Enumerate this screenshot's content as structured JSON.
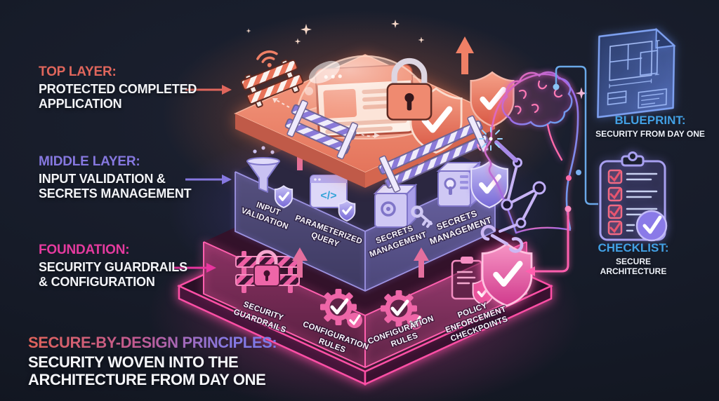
{
  "diagram": {
    "title_semantic": "Secure-by-design layered architecture infographic",
    "left_labels": [
      {
        "id": "top",
        "title": "TOP LAYER:",
        "lines": [
          "PROTECTED COMPLETED",
          "APPLICATION"
        ]
      },
      {
        "id": "middle",
        "title": "MIDDLE LAYER:",
        "lines": [
          "INPUT VALIDATION &",
          "SECRETS MANAGEMENT"
        ]
      },
      {
        "id": "foundation",
        "title": "FOUNDATION:",
        "lines": [
          "SECURITY GUARDRAILS",
          "& CONFIGURATION"
        ]
      }
    ],
    "footer": {
      "title": "SECURE-BY-DESIGN PRINCIPLES:",
      "lines": [
        "SECURITY WOVEN INTO THE",
        "ARCHITECTURE FROM DAY ONE"
      ]
    },
    "stack": {
      "middle_items": [
        {
          "lines": [
            "INPUT",
            "VALIDATION"
          ]
        },
        {
          "lines": [
            "PARAMETERIZED",
            "QUERY"
          ]
        },
        {
          "lines": [
            "SECRETS",
            "MANAGEMENT"
          ]
        },
        {
          "lines": [
            "SECRETS",
            "MANAGEMENT"
          ]
        }
      ],
      "foundation_items": [
        {
          "lines": [
            "SECURITY",
            "GUARDRAILS"
          ]
        },
        {
          "lines": [
            "CONFIGURATION",
            "RULES"
          ]
        },
        {
          "lines": [
            "CONFIGURATION",
            "RULES"
          ]
        },
        {
          "lines": [
            "POLICY",
            "ENFORCEMENT",
            "CHECKPOINTS"
          ]
        }
      ]
    },
    "right_panel": {
      "blueprint": {
        "title": "BLUEPRINT:",
        "subtitle": "SECURITY FROM DAY ONE"
      },
      "checklist": {
        "title": "CHECKLIST:",
        "lines": [
          "SECURE",
          "ARCHITECTURE"
        ]
      }
    },
    "icons": [
      "wifi-icon",
      "barrier-icon",
      "glass-dome-icon",
      "browser-window-icon",
      "shield-check-icon",
      "padlock-icon",
      "funnel-icon",
      "code-window-icon",
      "safe-icon",
      "key-icon",
      "gear-check-icon",
      "clipboard-icon",
      "robot-engineer-icon",
      "spark-icon",
      "wrench-icon",
      "blueprint-icon",
      "checklist-icon",
      "arrow-up-icon",
      "sparkle-icon"
    ],
    "colors": {
      "background": "#161b28",
      "top_accent": "#e0665c",
      "middle_accent": "#8678e0",
      "foundation_accent": "#e53a9e",
      "info_accent": "#42a0e4",
      "neon_pink": "#ff5fae",
      "neon_purple": "#9a8fe0",
      "white_text": "#f3f4f8"
    }
  }
}
